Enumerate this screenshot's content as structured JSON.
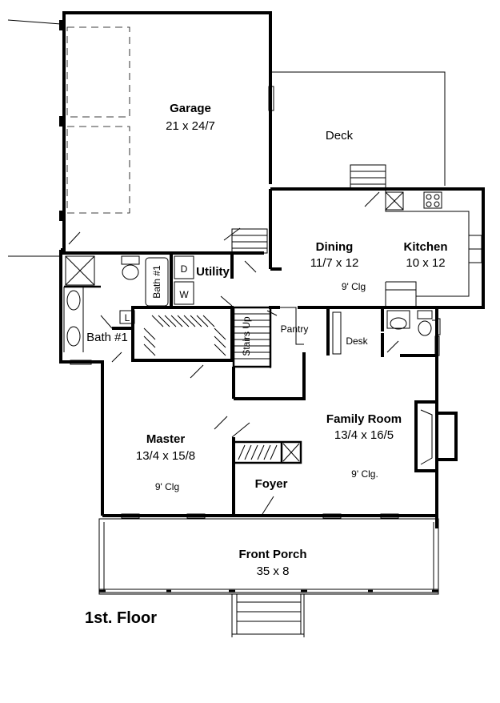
{
  "floor_label": "1st. Floor",
  "rooms": {
    "garage": {
      "name": "Garage",
      "size": "21 x 24/7"
    },
    "deck": {
      "name": "Deck"
    },
    "dining": {
      "name": "Dining",
      "size": "11/7 x 12",
      "ceiling": "9' Clg"
    },
    "kitchen": {
      "name": "Kitchen",
      "size": "10 x 12"
    },
    "utility": {
      "name": "Utility",
      "dryer": "D",
      "washer": "W"
    },
    "bath_top": {
      "name": "Bath #1"
    },
    "bath_main": {
      "name": "Bath #1",
      "linen": "L"
    },
    "stairs": {
      "label": "Stairs Up"
    },
    "pantry": {
      "name": "Pantry"
    },
    "desk": {
      "name": "Desk"
    },
    "family_room": {
      "name": "Family Room",
      "size": "13/4 x 16/5",
      "ceiling": "9' Clg."
    },
    "master": {
      "name": "Master",
      "size": "13/4 x 15/8",
      "ceiling": "9' Clg"
    },
    "foyer": {
      "name": "Foyer"
    },
    "front_porch": {
      "name": "Front Porch",
      "size": "35 x 8"
    }
  }
}
